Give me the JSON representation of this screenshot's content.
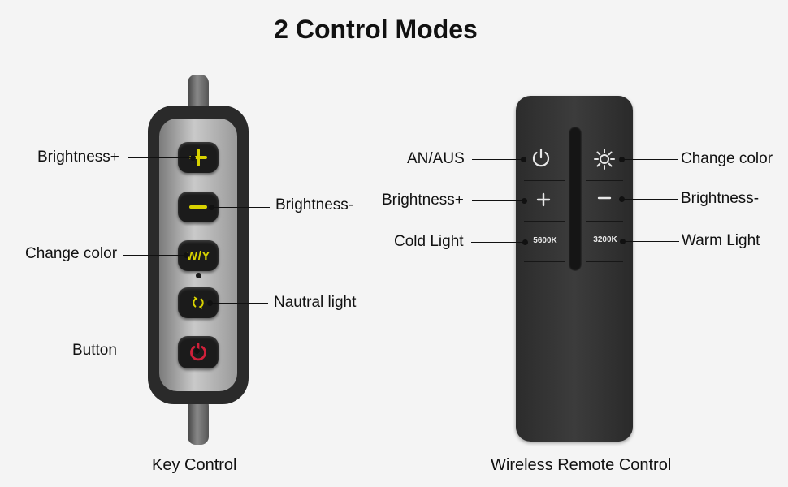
{
  "title": "2 Control Modes",
  "key_control": {
    "caption": "Key Control",
    "labels": {
      "brightness_plus": "Brightness+",
      "brightness_minus": "Brightness-",
      "change_color": "Change color",
      "neutral_light": "Nautral light",
      "button": "Button"
    },
    "buttons": {
      "wy": "W/Y"
    },
    "icons": [
      "plus-icon",
      "minus-icon",
      "cycle-icon",
      "power-icon"
    ],
    "colors": {
      "symbol": "#d8d200",
      "power": "#d0203a"
    }
  },
  "remote_control": {
    "caption": "Wireless Remote Control",
    "labels": {
      "on_off": "AN/AUS",
      "change_color": "Change color",
      "brightness_plus": "Brightness+",
      "brightness_minus": "Brightness-",
      "cold_light": "Cold Light",
      "warm_light": "Warm Light"
    },
    "buttons": {
      "cold_k": "5600K",
      "warm_k": "3200K"
    },
    "icons": [
      "power-icon",
      "sun-icon",
      "plus-icon",
      "minus-icon"
    ]
  }
}
